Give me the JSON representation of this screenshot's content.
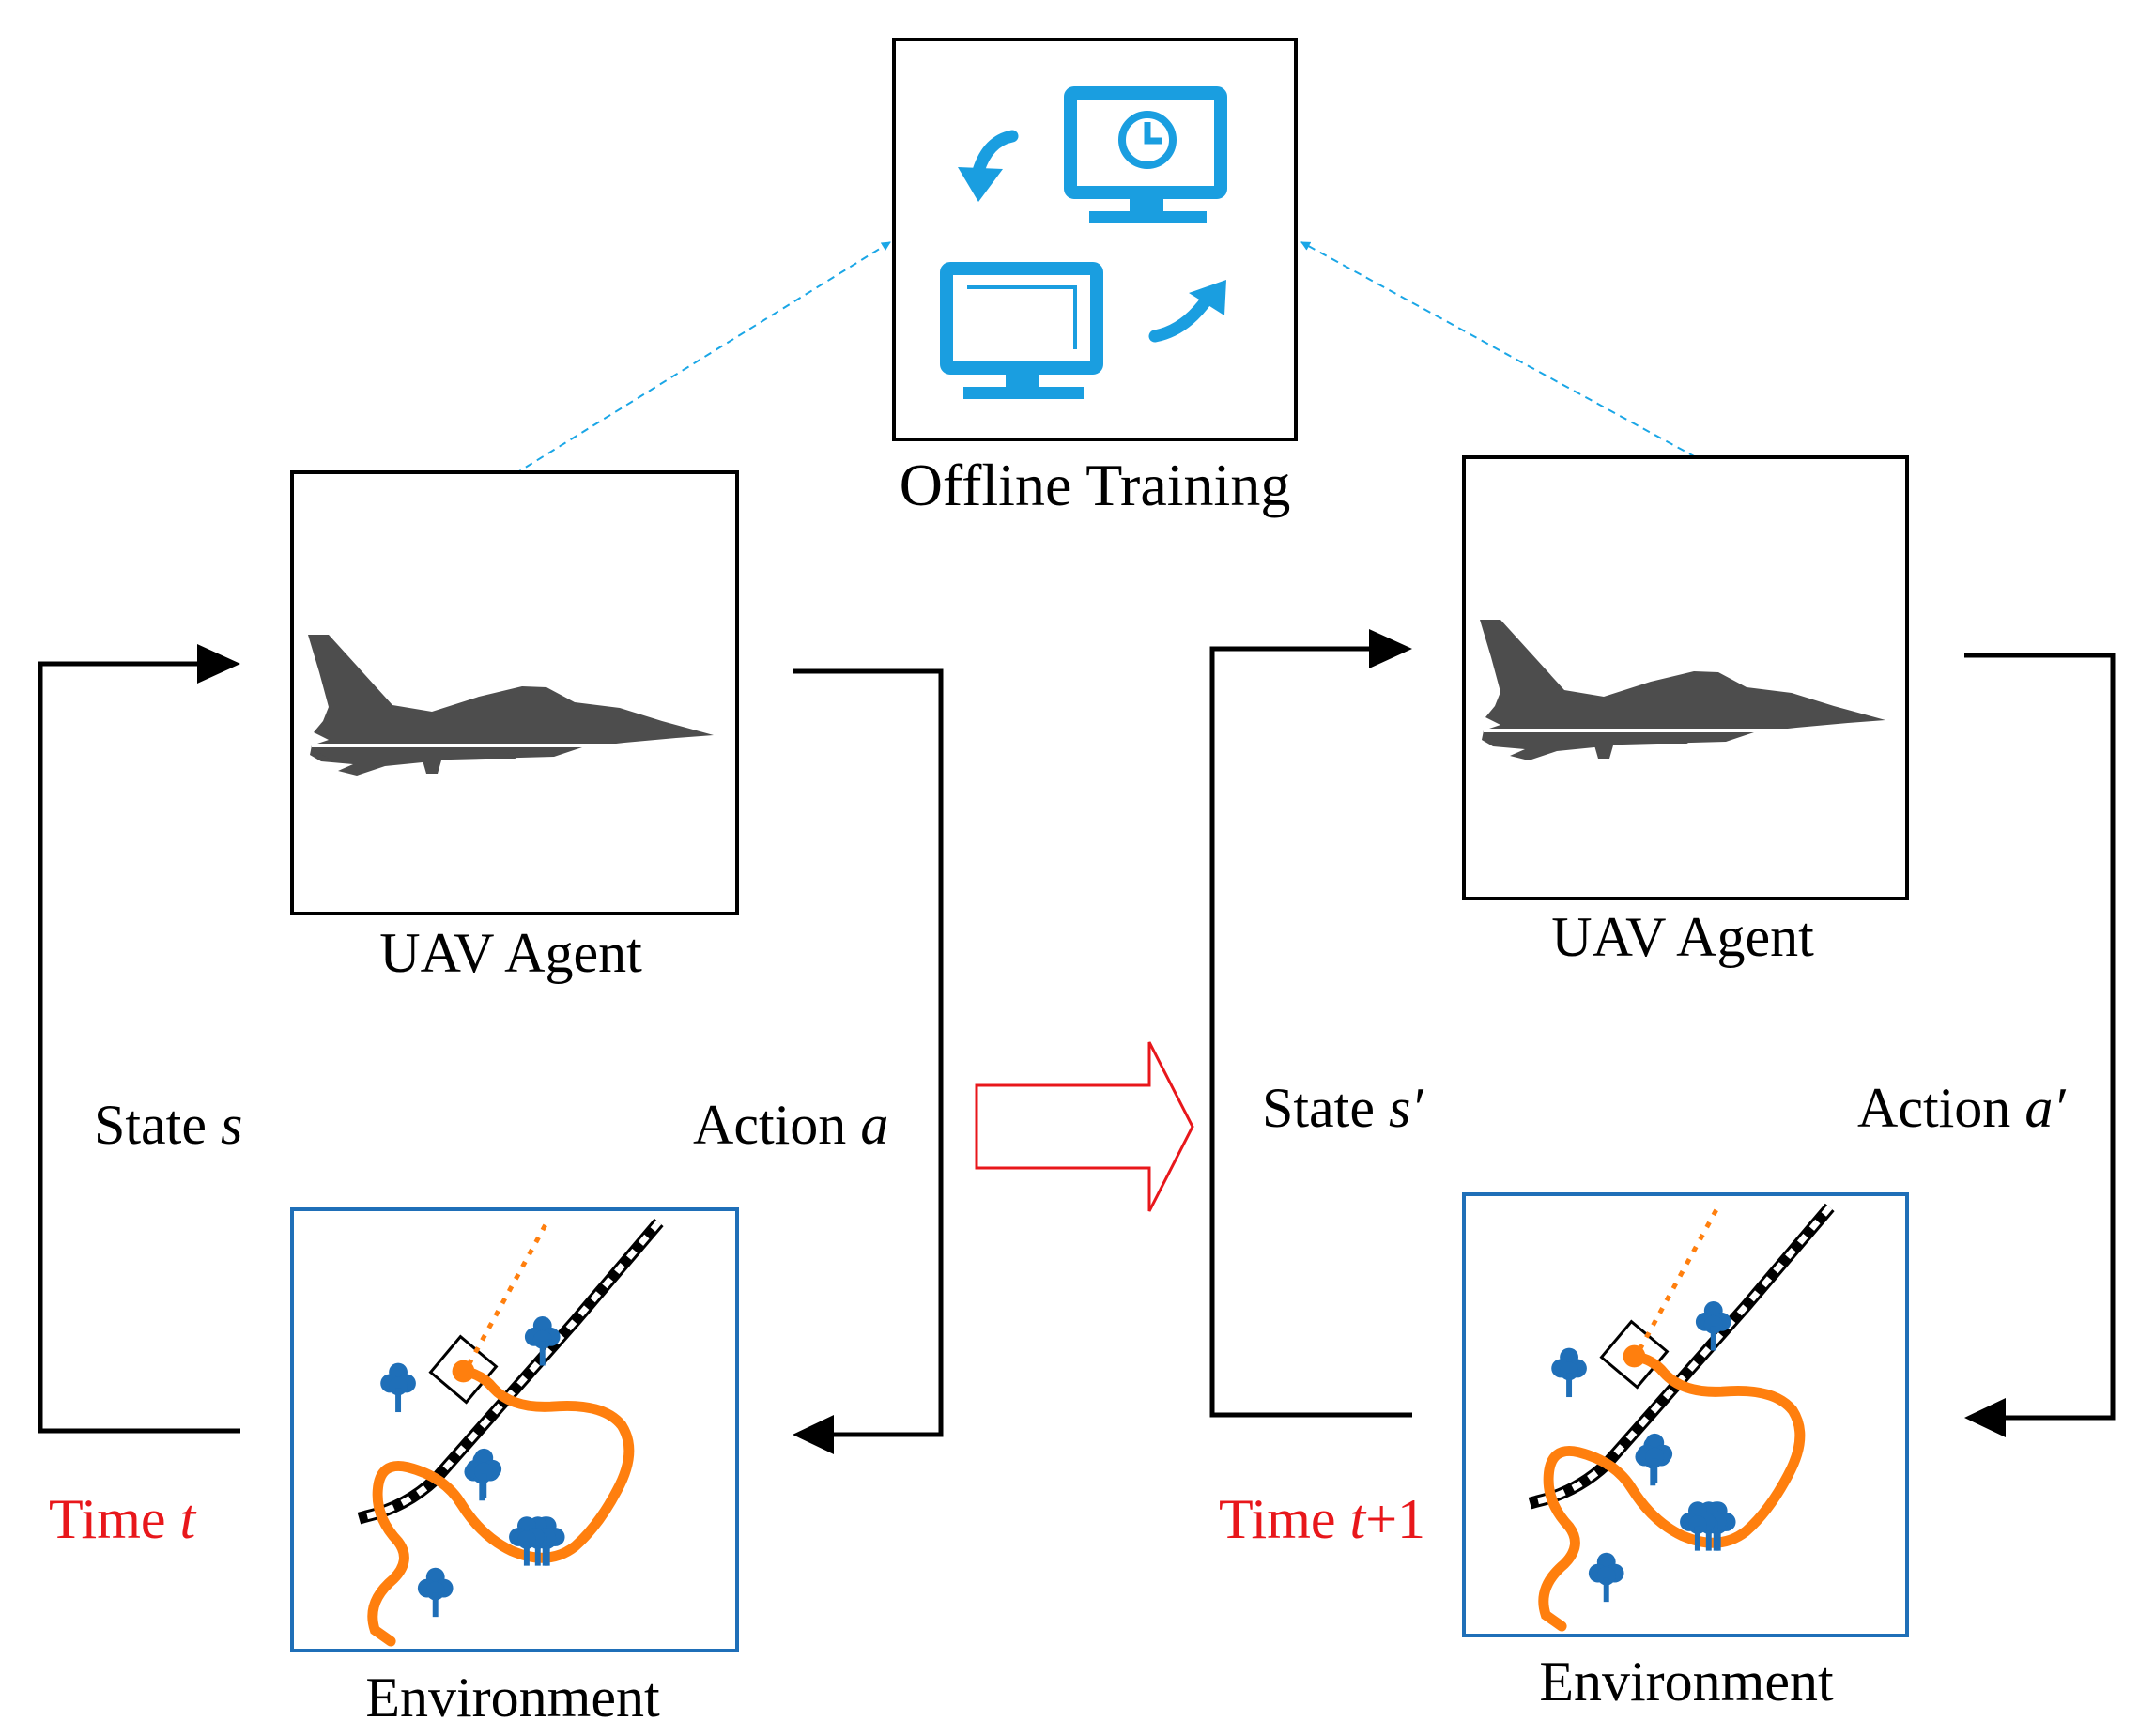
{
  "offline_training": {
    "label": "Offline Training"
  },
  "left_panel": {
    "agent_label": "UAV Agent",
    "environment_label": "Environment",
    "state_text": "State ",
    "state_var": "s",
    "action_text": "Action ",
    "action_var": "a",
    "time_text": "Time ",
    "time_var": "t",
    "time_suffix": ""
  },
  "right_panel": {
    "agent_label": "UAV Agent",
    "environment_label": "Environment",
    "state_text": "State ",
    "state_var": "s′",
    "action_text": "Action ",
    "action_var": "a′",
    "time_text": "Time ",
    "time_var": "t",
    "time_suffix": "+1"
  },
  "colors": {
    "line": "#000000",
    "training_icon": "#1a9ee0",
    "dashed_link": "#1aa6e6",
    "environment_border": "#1f6fb8",
    "tree": "#1f6fb8",
    "path": "#ff7f0e",
    "time_label": "#e8171b",
    "transition_arrow": "#e8171b",
    "aircraft": "#4d4d4d"
  },
  "icons": {
    "training": "computers-sync-icon",
    "aircraft": "fighter-jet-icon",
    "environment": "terrain-map-icon"
  }
}
